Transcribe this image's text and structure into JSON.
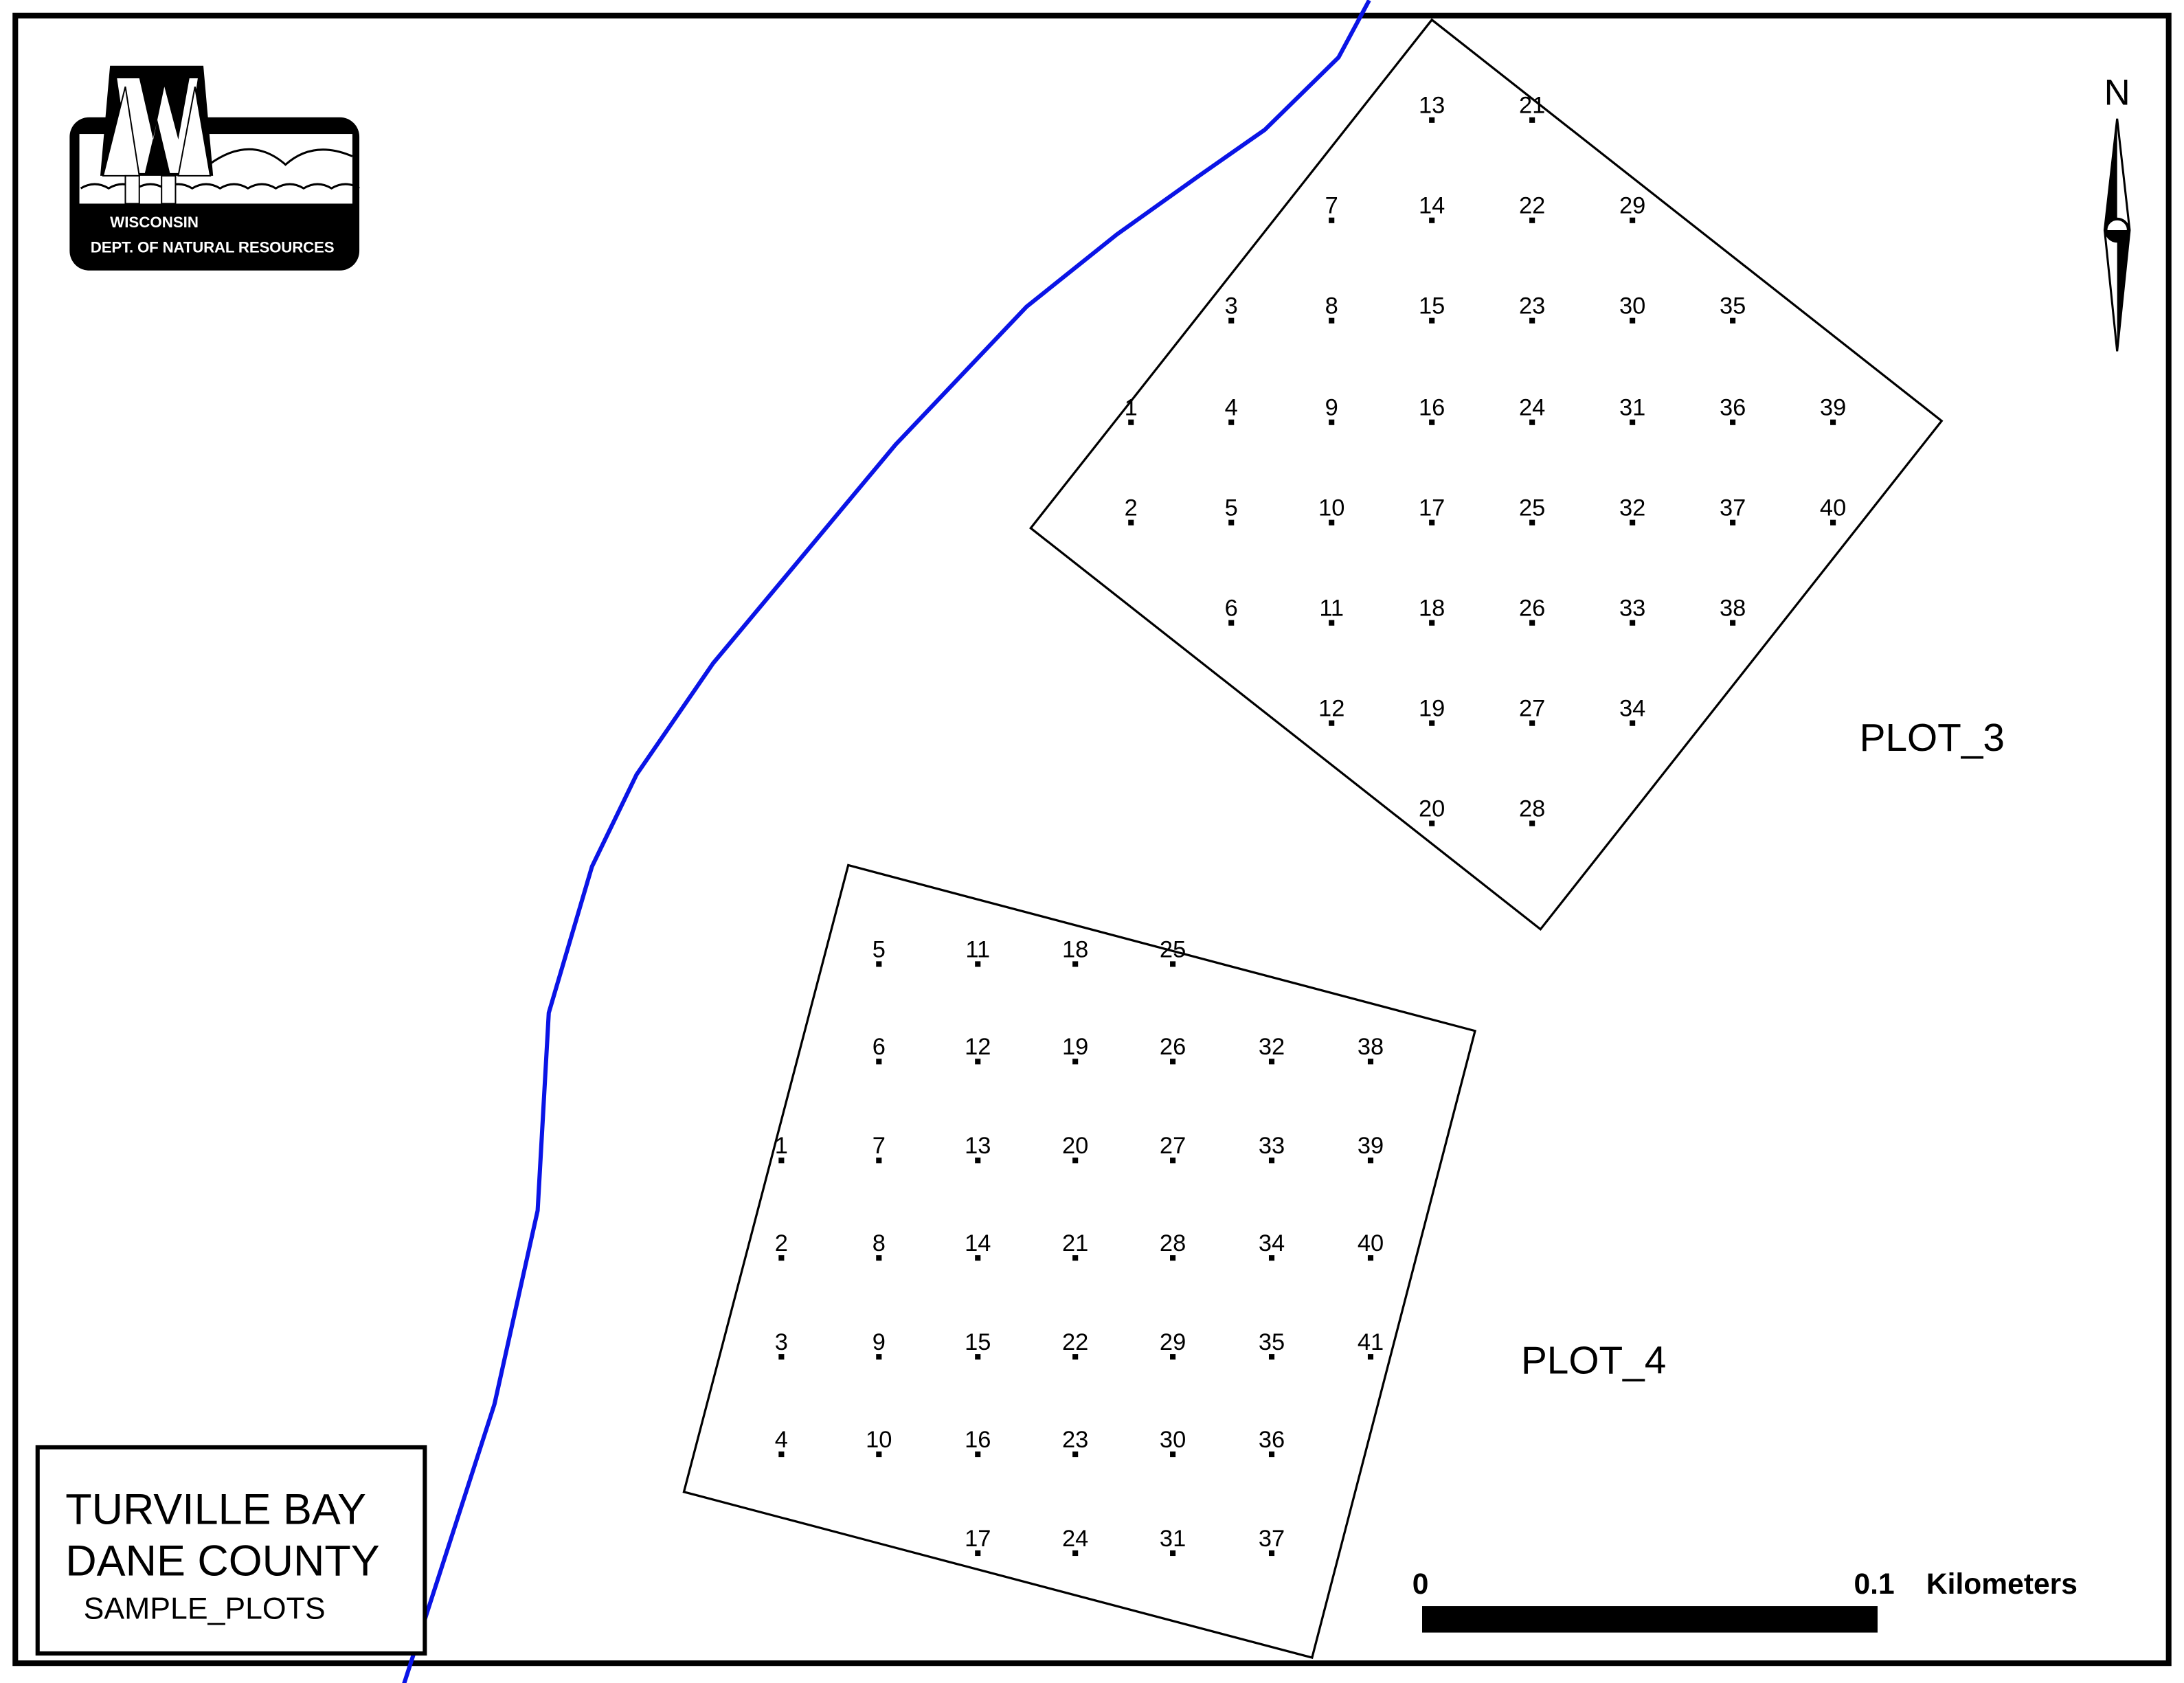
{
  "colors": {
    "river": "#0a14e6",
    "ink": "#000000",
    "background": "#ffffff"
  },
  "logo": {
    "line1": "WISCONSIN",
    "line2": "DEPT. OF NATURAL RESOURCES",
    "letter": "W"
  },
  "north_arrow": {
    "label": "N"
  },
  "title_box": {
    "line1": "TURVILLE BAY",
    "line2": "DANE COUNTY",
    "line3": "SAMPLE_PLOTS"
  },
  "scale_bar": {
    "start_label": "0",
    "end_label": "0.1",
    "units": "Kilometers"
  },
  "plots": [
    {
      "name": "PLOT_3",
      "points": [
        "1",
        "2",
        "3",
        "4",
        "5",
        "6",
        "7",
        "8",
        "9",
        "10",
        "11",
        "12",
        "13",
        "14",
        "15",
        "16",
        "17",
        "18",
        "19",
        "20",
        "21",
        "22",
        "23",
        "24",
        "25",
        "26",
        "27",
        "28",
        "29",
        "30",
        "31",
        "32",
        "33",
        "34",
        "35",
        "36",
        "37",
        "38",
        "39",
        "40"
      ]
    },
    {
      "name": "PLOT_4",
      "points": [
        "1",
        "2",
        "3",
        "4",
        "5",
        "6",
        "7",
        "8",
        "9",
        "10",
        "11",
        "12",
        "13",
        "14",
        "15",
        "16",
        "17",
        "18",
        "19",
        "20",
        "21",
        "22",
        "23",
        "24",
        "25",
        "26",
        "27",
        "28",
        "29",
        "30",
        "31",
        "32",
        "33",
        "34",
        "35",
        "36",
        "37",
        "38",
        "39",
        "40",
        "41"
      ]
    }
  ]
}
